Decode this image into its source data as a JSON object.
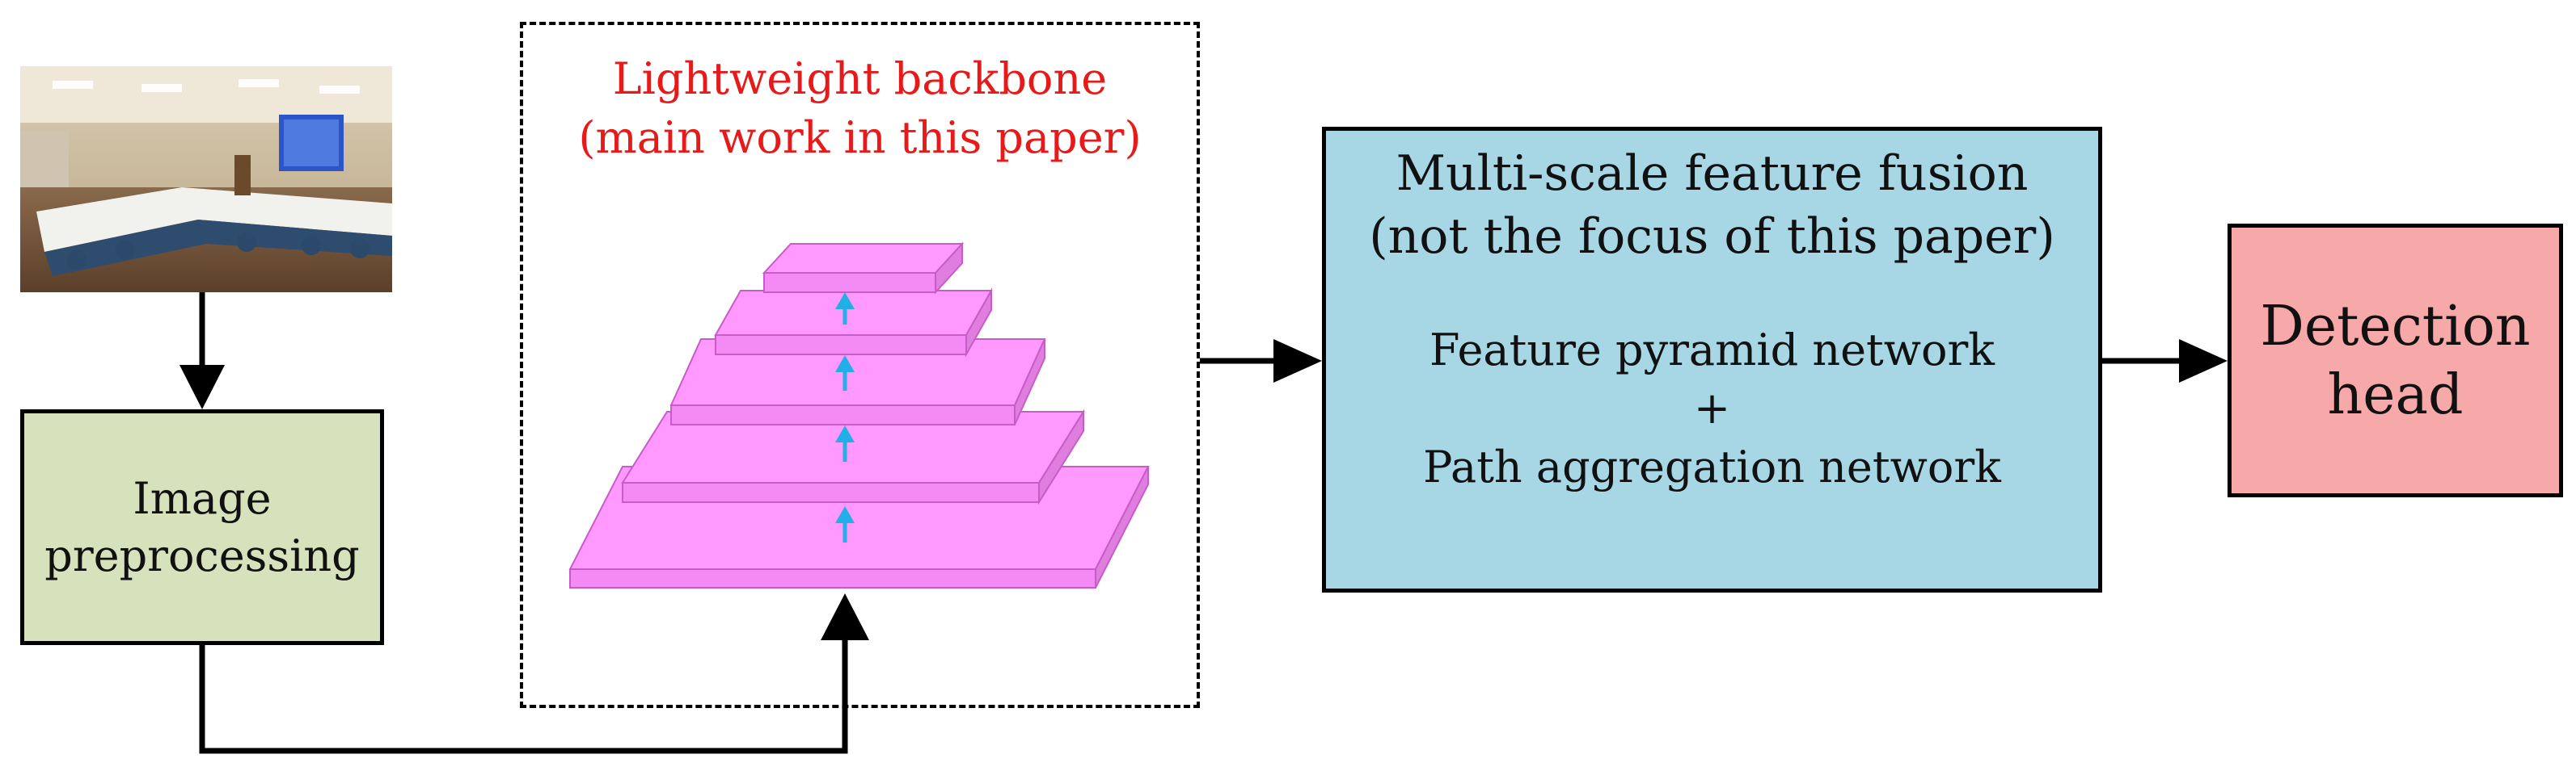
{
  "image": {
    "description": ""
  },
  "preprocessing": {
    "line1": "Image",
    "line2": "preprocessing"
  },
  "backbone": {
    "line1": "Lightweight backbone",
    "line2": "(main work in this paper)",
    "color": "#e81919",
    "layer_color": "#ff99ff",
    "arrow_color": "#22aee6"
  },
  "fusion": {
    "line1": "Multi-scale feature fusion",
    "line2": "(not the focus of this paper)",
    "body1": "Feature pyramid network",
    "body2": "+",
    "body3": "Path aggregation network",
    "color": "#a7d6e4"
  },
  "head": {
    "line1": "Detection",
    "line2": "head",
    "color": "#f7a9a9"
  }
}
